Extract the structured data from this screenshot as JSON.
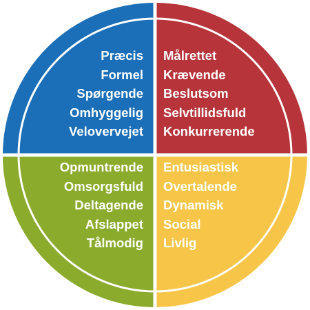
{
  "quadrants": {
    "top_left": {
      "color": "#1b6fb8",
      "text_color": "#ffffff",
      "words": [
        "Præcis",
        "Formel",
        "Spørgende",
        "Omhyggelig",
        "Velovervejet"
      ]
    },
    "top_right": {
      "color": "#b7343a",
      "text_color": "#ffffff",
      "words": [
        "Målrettet",
        "Krævende",
        "Beslutsom",
        "Selvtillidsfuld",
        "Konkurrerende"
      ]
    },
    "bottom_left": {
      "color": "#8aab2c",
      "text_color": "#ffffff",
      "words": [
        "Opmuntrende",
        "Omsorgsfuld",
        "Deltagende",
        "Afslappet",
        "Tålmodig"
      ]
    },
    "bottom_right": {
      "color": "#f7c648",
      "text_color": "#ffffff",
      "words": [
        "Entusiastisk",
        "Overtalende",
        "Dynamisk",
        "Social",
        "Livlig"
      ]
    }
  },
  "ring_color": "#ffffff"
}
